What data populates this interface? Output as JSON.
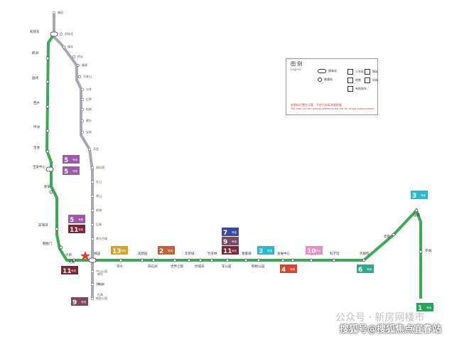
{
  "legend": {
    "title": "图 例",
    "subtitle": "Legend",
    "items": [
      {
        "label": "换乘站"
      },
      {
        "label": "普通站"
      },
      {
        "label": "火车站"
      },
      {
        "label": "城际"
      },
      {
        "label": "地铁"
      },
      {
        "label": "机场"
      },
      {
        "label": "有轨电车"
      }
    ],
    "note": "本图标位置仅示意，不作为实际测量依据",
    "note_en": "The map can be used as reference but not for actual measurement"
  },
  "badges": [
    {
      "num": "5",
      "txt": "号线",
      "color": "#9b59a6"
    },
    {
      "num": "5",
      "txt": "号线",
      "color": "#9b59a6"
    },
    {
      "num": "5",
      "txt": "号线",
      "color": "#9b59a6"
    },
    {
      "num": "11",
      "txt": "号线",
      "color": "#7a2637"
    },
    {
      "num": "13",
      "txt": "号线",
      "color": "#d4a12a"
    },
    {
      "num": "2",
      "txt": "号线",
      "color": "#c1623a"
    },
    {
      "num": "7",
      "txt": "号线",
      "color": "#3b4aa0"
    },
    {
      "num": "9",
      "txt": "号线",
      "color": "#7a4a62"
    },
    {
      "num": "11",
      "txt": "号线",
      "color": "#7a2637"
    },
    {
      "num": "3",
      "txt": "号线",
      "color": "#2fb7cf"
    },
    {
      "num": "4",
      "txt": "号线",
      "color": "#d4472c"
    },
    {
      "num": "10",
      "txt": "号线",
      "color": "#e58ec7"
    },
    {
      "num": "6",
      "txt": "号线",
      "color": "#34a88b"
    },
    {
      "num": "3",
      "txt": "号线",
      "color": "#2fb7cf"
    },
    {
      "num": "1",
      "txt": "号线",
      "color": "#27a35a"
    },
    {
      "num": "11",
      "txt": "号线",
      "color": "#7a2637"
    },
    {
      "num": "9",
      "txt": "号线",
      "color": "#7a4a62"
    }
  ],
  "stations_green": [
    "机场东",
    "鹤洲",
    "固戍",
    "西乡",
    "坪洲",
    "宝体",
    "宝安中心",
    "新安",
    "前海湾",
    "鲤鱼门",
    "大新",
    "桃园",
    "深大",
    "高新园",
    "白石洲",
    "世界之窗",
    "华侨城",
    "侨城东",
    "竹子林",
    "车公庙",
    "香蜜湖",
    "购物公园",
    "会展中心",
    "岗厦",
    "华强路",
    "科学馆",
    "大剧院",
    "老街",
    "国贸",
    "罗湖"
  ],
  "stations_gray": [
    "福田",
    "机场北",
    "福永",
    "桥头",
    "塘尾",
    "马安山",
    "沙井",
    "后亭",
    "松岗",
    "碧头",
    "宝安",
    "灵芝",
    "留仙洞",
    "红山",
    "南山",
    "前海",
    "后海",
    "南头古城",
    "中山公园",
    "同乐南",
    "新安公园"
  ],
  "map_labels": {
    "current_station": "大新",
    "lower_stations": [
      "南光",
      "南山",
      "后海"
    ]
  },
  "watermark": {
    "line1": "公众号 · 新房网楼市",
    "line2": "搜狐号@搜狐焦点宜春站"
  }
}
